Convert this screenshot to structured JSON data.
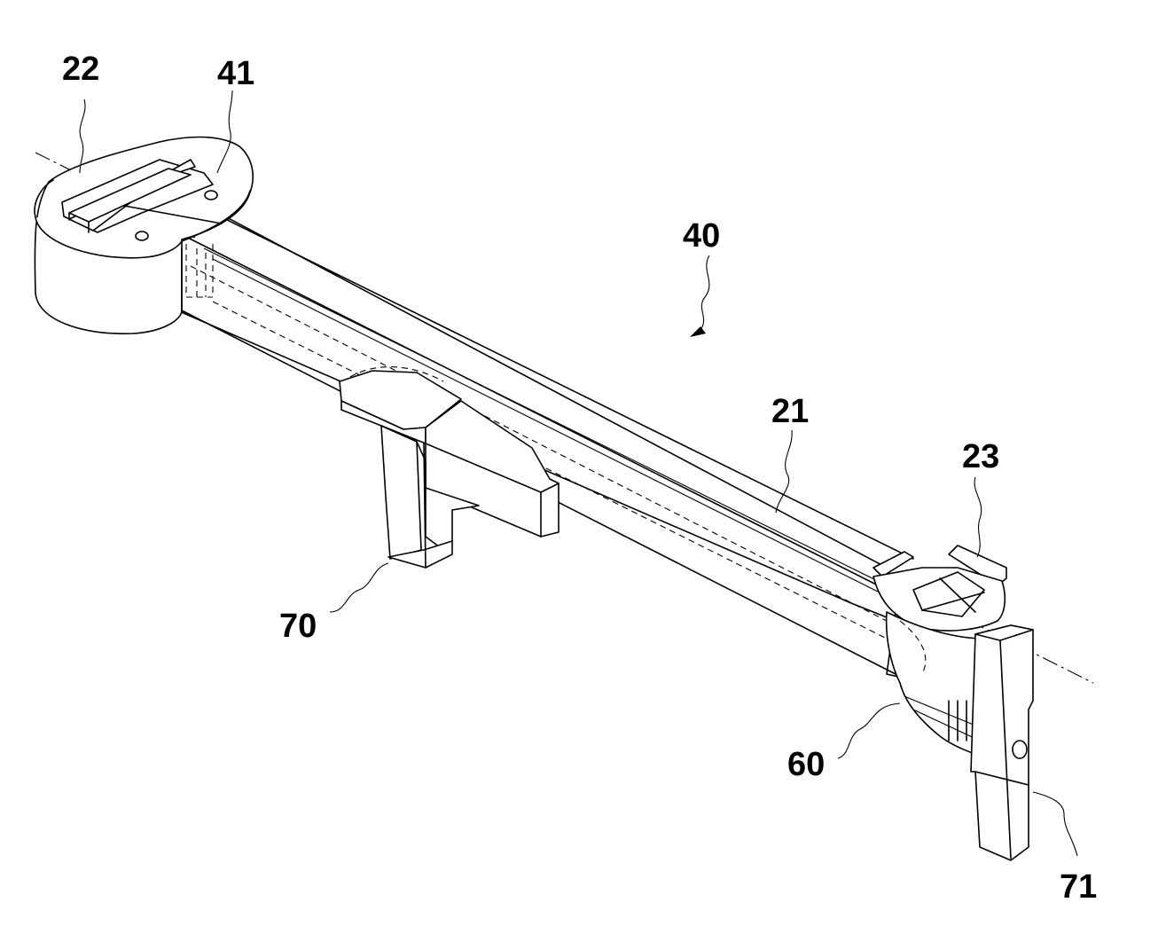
{
  "labels": {
    "l22": "22",
    "l41": "41",
    "l40": "40",
    "l21": "21",
    "l23": "23",
    "l70": "70",
    "l60": "60",
    "l71": "71"
  }
}
